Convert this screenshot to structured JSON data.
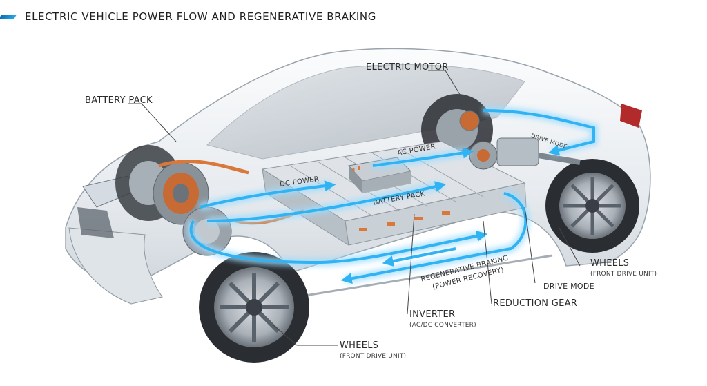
{
  "title": "ELECTRIC VEHICLE POWER FLOW AND REGENERATIVE BRAKING",
  "labels": {
    "battery_pack": "BATTERY PACK",
    "electric_motor": "ELECTRIC MOTOR",
    "ac_power": "AC POWER",
    "dc_power": "DC POWER",
    "battery_pack_inner": "BATTERY PACK",
    "drive_mode_top": "DRIVE MODE",
    "drive_mode_bottom": "DRIVE MODE",
    "wheels_right": "WHEELS",
    "wheels_right_sub": "(FRONT DRIVE UNIT)",
    "regen_braking": "REGENERATIVE BRAKING",
    "regen_sub": "(POWER RECOVERY)",
    "reduction_gear": "REDUCTION GEAR",
    "inverter": "INVERTER",
    "inverter_sub": "(AC/DC CONVERTER)",
    "wheels_bottom": "WHEELS",
    "wheels_bottom_sub": "(FRONT DRIVE UNIT)"
  },
  "colors": {
    "flow_blue": "#2fb3f2",
    "flow_glow": "#9fdcff",
    "copper": "#d9783a",
    "body_silver": "#eef1f4",
    "tire": "#2a2d31"
  }
}
